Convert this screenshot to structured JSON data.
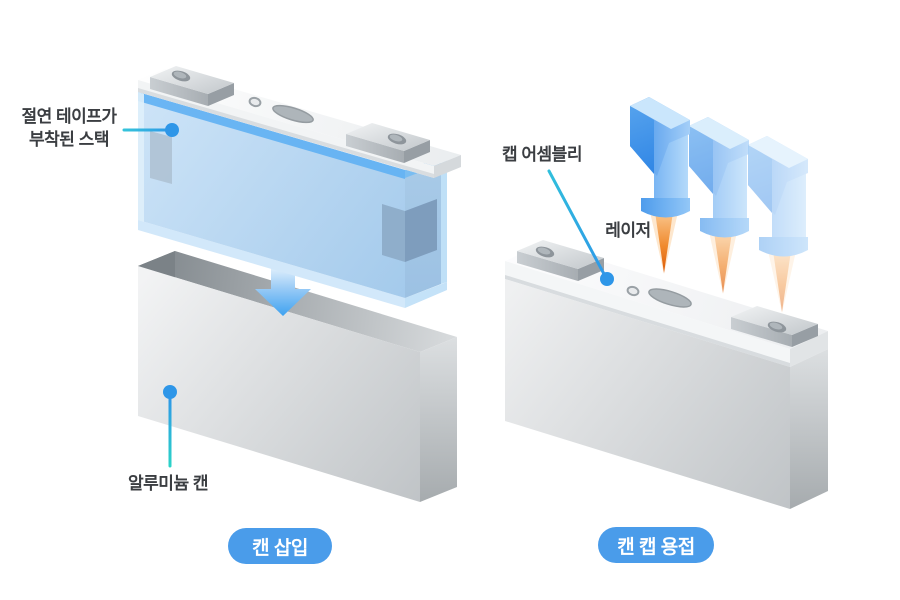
{
  "left_panel": {
    "stack_label_line1": "절연 테이프가",
    "stack_label_line2": "부착된 스택",
    "can_label": "알루미늄 캔",
    "step_button": "캔 삽입"
  },
  "right_panel": {
    "cap_assembly_label": "캡 어셈블리",
    "laser_label": "레이저",
    "step_button": "캔 캡 용접"
  },
  "colors": {
    "step_button_blue": "#4A9CEA",
    "leader_dot_blue": "#2E96E8",
    "leader_teal": "#2BD3C8",
    "leader_cyan": "#35C4DB",
    "stack_body_blue": "#A4CAEB",
    "stack_top_highlight": "#5FB0F3",
    "insulation_tape_blue": "#8FAECB",
    "laser_head_blue": "#4393EA",
    "laser_beam_orange": "#DC5905",
    "can_gray": "#C6CACD",
    "label_text": "#3B3E42"
  }
}
